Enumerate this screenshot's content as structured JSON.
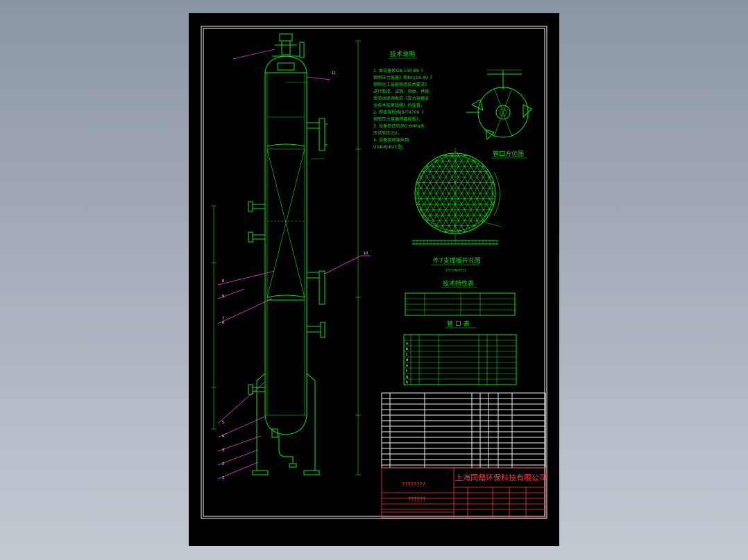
{
  "drawing": {
    "tech_notes": {
      "title": "技术说明",
      "lines": [
        "1. 本设备按GB-150-89《",
        "钢制压力容器》和HGJ18-89《",
        "钢制化工容器制造技术要求》",
        "进行制造、试验、验收，并接",
        "受劳动部颁发的《压力容器安",
        "全技术监察规程》的监督。",
        "2. 焊接规程按JB/T4709《",
        "钢制压力容器焊接规程》。",
        "3. 设备制造检测0.6MPa水",
        "压试验压力2。",
        "4. 设备接地端采用",
        "UGK-BJ-B2C型。"
      ]
    },
    "nozzle_orientation_title": "管口方位图",
    "support_plate_title": "件7支撑板开孔图",
    "support_plate_sub": "?????A?????",
    "tech_char_title": "技术特性表",
    "nozzle_table_title": "管  口  表",
    "company": "上海同鼎环保科技有限公司",
    "unknown_a": "????????",
    "unknown_b": "??????",
    "part_numbers": [
      "1",
      "2",
      "3",
      "4",
      "5",
      "6",
      "7",
      "8",
      "9",
      "10",
      "11"
    ],
    "nozzle_letters": [
      "a",
      "b",
      "c",
      "d",
      "e",
      "f",
      "g",
      "h"
    ]
  }
}
